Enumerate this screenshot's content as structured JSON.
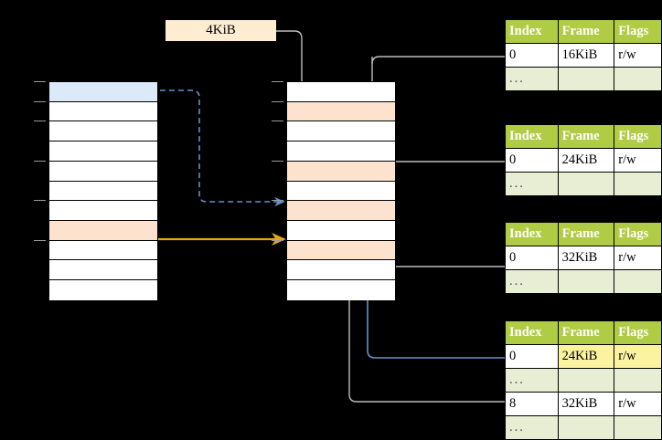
{
  "diagram": {
    "title": "page-table-walk",
    "size_label": "4KiB",
    "colors": {
      "header_green": "#b0cb44",
      "ellipsis_row": "#e8eed4",
      "highlight_yellow": "#fbf3a0",
      "peach_row": "#fde3cd",
      "blue_row": "#dce9f9",
      "size_label_bg": "#ffedd2",
      "blue_arrow": "#6b8fc4",
      "orange_arrow": "#e8a317",
      "gray_wire": "#b3b3b3",
      "background": "#000000"
    }
  },
  "left_column": {
    "name": "virtual-address-space",
    "row_count": 11,
    "rows": [
      {
        "index": 0,
        "fill": "blue"
      },
      {
        "index": 1,
        "fill": "white"
      },
      {
        "index": 2,
        "fill": "white"
      },
      {
        "index": 3,
        "fill": "white"
      },
      {
        "index": 4,
        "fill": "white"
      },
      {
        "index": 5,
        "fill": "white"
      },
      {
        "index": 6,
        "fill": "white"
      },
      {
        "index": 7,
        "fill": "peach"
      },
      {
        "index": 8,
        "fill": "white"
      },
      {
        "index": 9,
        "fill": "white"
      },
      {
        "index": 10,
        "fill": "white"
      }
    ],
    "ticks": [
      0,
      1,
      2,
      4,
      6,
      8
    ]
  },
  "middle_column": {
    "name": "physical-memory",
    "row_count": 11,
    "rows": [
      {
        "index": 0,
        "fill": "white"
      },
      {
        "index": 1,
        "fill": "peach"
      },
      {
        "index": 2,
        "fill": "white"
      },
      {
        "index": 3,
        "fill": "white"
      },
      {
        "index": 4,
        "fill": "peach"
      },
      {
        "index": 5,
        "fill": "white"
      },
      {
        "index": 6,
        "fill": "peach"
      },
      {
        "index": 7,
        "fill": "white"
      },
      {
        "index": 8,
        "fill": "peach"
      },
      {
        "index": 9,
        "fill": "white"
      },
      {
        "index": 10,
        "fill": "white"
      }
    ],
    "ticks": [
      0,
      1,
      2,
      4,
      6,
      8
    ]
  },
  "page_tables": [
    {
      "name": "level-1-table",
      "headers": [
        "Index",
        "Frame",
        "Flags"
      ],
      "rows": [
        {
          "cells": [
            "0",
            "16KiB",
            "r/w"
          ],
          "kind": "data",
          "highlight": []
        },
        {
          "cells": [
            "...",
            "",
            ""
          ],
          "kind": "ellipsis",
          "highlight": []
        }
      ]
    },
    {
      "name": "level-2-table",
      "headers": [
        "Index",
        "Frame",
        "Flags"
      ],
      "rows": [
        {
          "cells": [
            "0",
            "24KiB",
            "r/w"
          ],
          "kind": "data",
          "highlight": []
        },
        {
          "cells": [
            "...",
            "",
            ""
          ],
          "kind": "ellipsis",
          "highlight": []
        }
      ]
    },
    {
      "name": "level-3-table",
      "headers": [
        "Index",
        "Frame",
        "Flags"
      ],
      "rows": [
        {
          "cells": [
            "0",
            "32KiB",
            "r/w"
          ],
          "kind": "data",
          "highlight": []
        },
        {
          "cells": [
            "...",
            "",
            ""
          ],
          "kind": "ellipsis",
          "highlight": []
        }
      ]
    },
    {
      "name": "level-4-table",
      "headers": [
        "Index",
        "Frame",
        "Flags"
      ],
      "rows": [
        {
          "cells": [
            "0",
            "24KiB",
            "r/w"
          ],
          "kind": "data",
          "highlight": [
            1,
            2
          ]
        },
        {
          "cells": [
            "...",
            "",
            ""
          ],
          "kind": "ellipsis",
          "highlight": []
        },
        {
          "cells": [
            "8",
            "32KiB",
            "r/w"
          ],
          "kind": "data",
          "highlight": []
        },
        {
          "cells": [
            "...",
            "",
            ""
          ],
          "kind": "ellipsis",
          "highlight": []
        }
      ]
    }
  ]
}
